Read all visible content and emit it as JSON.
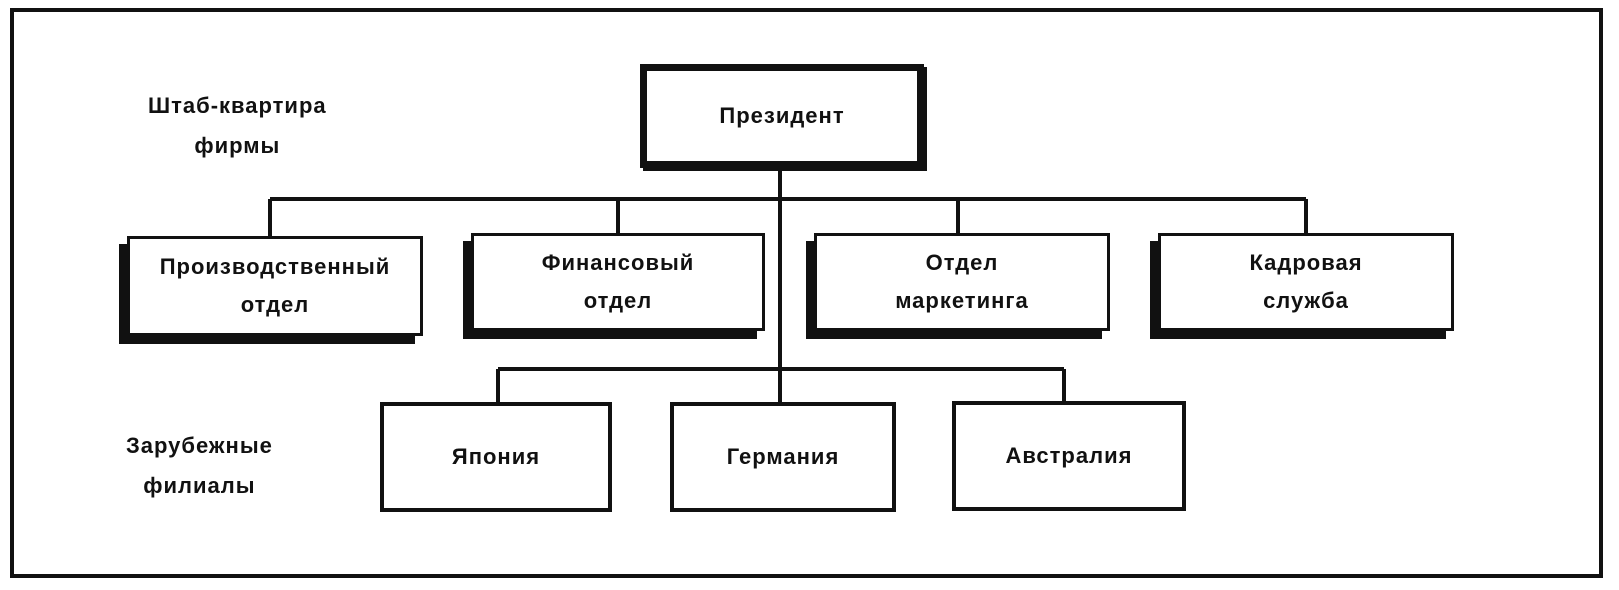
{
  "labels": {
    "headquarters": [
      "Штаб-квартира",
      "фирмы"
    ],
    "branches": [
      "Зарубежные",
      "филиалы"
    ]
  },
  "president": [
    "Президент"
  ],
  "departments": [
    [
      "Производственный",
      "отдел"
    ],
    [
      "Финансовый",
      "отдел"
    ],
    [
      "Отдел",
      "маркетинга"
    ],
    [
      "Кадровая",
      "служба"
    ]
  ],
  "branches": [
    [
      "Япония"
    ],
    [
      "Германия"
    ],
    [
      "Австралия"
    ]
  ]
}
